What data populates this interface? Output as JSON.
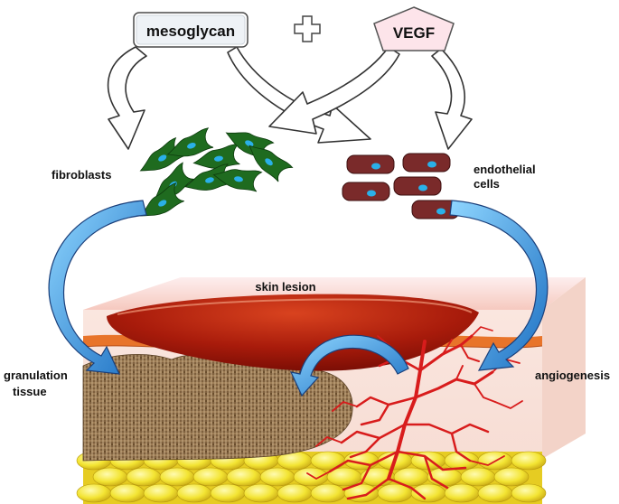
{
  "nodes": {
    "mesoglycan": "mesoglycan",
    "plus": "+",
    "vegf": "VEGF"
  },
  "cells": {
    "fibroblasts": "fibroblasts",
    "endothelial_line1": "endothelial",
    "endothelial_line2": "cells"
  },
  "tissue": {
    "skin_lesion": "skin lesion",
    "granulation_line1": "granulation",
    "granulation_line2": "tissue",
    "angiogenesis": "angiogenesis"
  },
  "colors": {
    "fibroblast_green": "#1f6b1f",
    "endothelial_red": "#7a2a2a",
    "nucleus_blue": "#2ab0e8",
    "lesion_red": "#9e1a0a",
    "vessel_red": "#d81c1c",
    "fat_yellow": "#f2e22e",
    "arrow_blue": "#2a8fd8"
  }
}
